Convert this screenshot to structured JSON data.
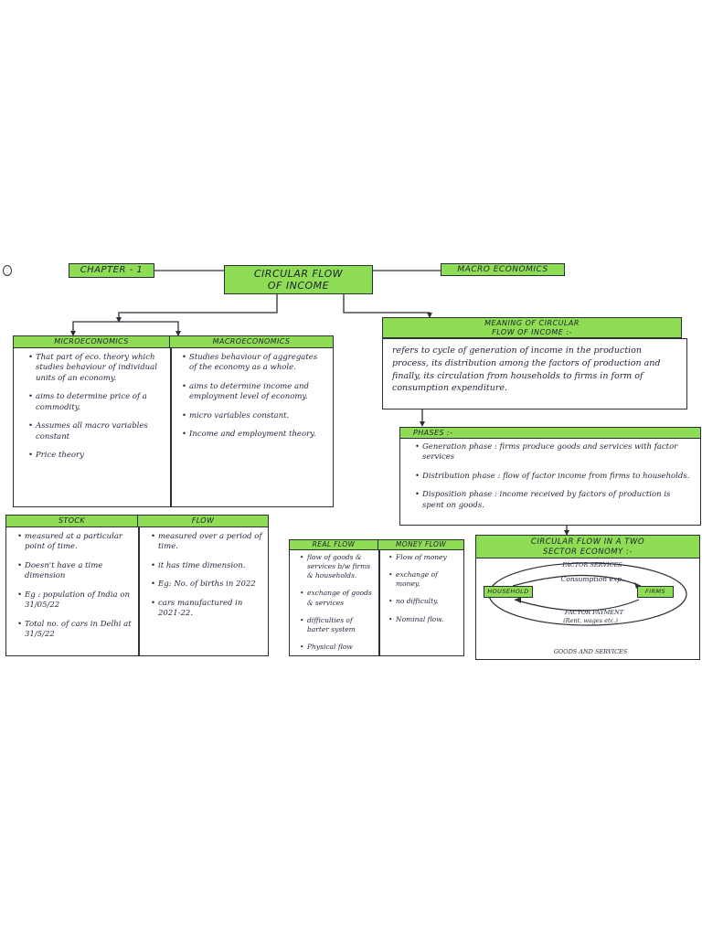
{
  "top": {
    "chapter": "CHAPTER - 1",
    "title_line1": "CIRCULAR FLOW",
    "title_line2": "OF INCOME",
    "subject": "MACRO ECONOMICS"
  },
  "micro_macro": {
    "micro_header": "MICROECONOMICS",
    "macro_header": "MACROECONOMICS",
    "micro_points": [
      "That part of eco. theory which studies behaviour of individual units of an economy.",
      "aims to determine price of a commodity.",
      "Assumes all macro variables constant",
      "Price theory"
    ],
    "macro_points": [
      "Studies behaviour of aggregates of the economy as a whole.",
      "aims to determine income and employment level of economy.",
      "micro variables constant.",
      "Income and employment theory."
    ]
  },
  "meaning": {
    "header_line1": "MEANING OF CIRCULAR",
    "header_line2": "FLOW OF INCOME :-",
    "text": "refers to cycle of generation of income in the production process, its distribution among the factors of production and finally, its circulation from households to firms in form of consumption expenditure."
  },
  "phases": {
    "header": "PHASES :-",
    "items": [
      "Generation phase : firms produce goods and services with factor services",
      "Distribution phase : flow of factor income from firms to households.",
      "Disposition phase : income received by factors of production is spent on goods."
    ]
  },
  "stock_flow": {
    "stock_header": "STOCK",
    "flow_header": "FLOW",
    "stock_points": [
      "measured at a particular point of time.",
      "Doesn't have a time dimension",
      "Eg : population of India on 31/05/22",
      "Total no. of cars in Delhi at 31/5/22"
    ],
    "flow_points": [
      "measured over a period of time.",
      "it has time dimension.",
      "Eg: No. of births in 2022",
      "cars manufactured in 2021-22."
    ]
  },
  "real_money": {
    "real_header": "REAL FLOW",
    "money_header": "MONEY FLOW",
    "real_points": [
      "flow of goods & services b/w firms & households.",
      "exchange of goods & services",
      "difficulties of barter system",
      "Physical flow"
    ],
    "money_points": [
      "Flow of money",
      "exchange of money.",
      "no difficulty.",
      "Nominal flow."
    ]
  },
  "two_sector": {
    "header_line1": "CIRCULAR FLOW IN A TWO",
    "header_line2": "SECTOR ECONOMY :-",
    "household": "HOUSEHOLD",
    "firms": "FIRMS",
    "factor_services": "FACTOR SERVICES",
    "consumption": "Consumption exp.",
    "factor_payment": "FACTOR PAYMENT",
    "factor_payment_sub": "(Rent, wages etc.)",
    "goods_services": "GOODS AND SERVICES"
  }
}
